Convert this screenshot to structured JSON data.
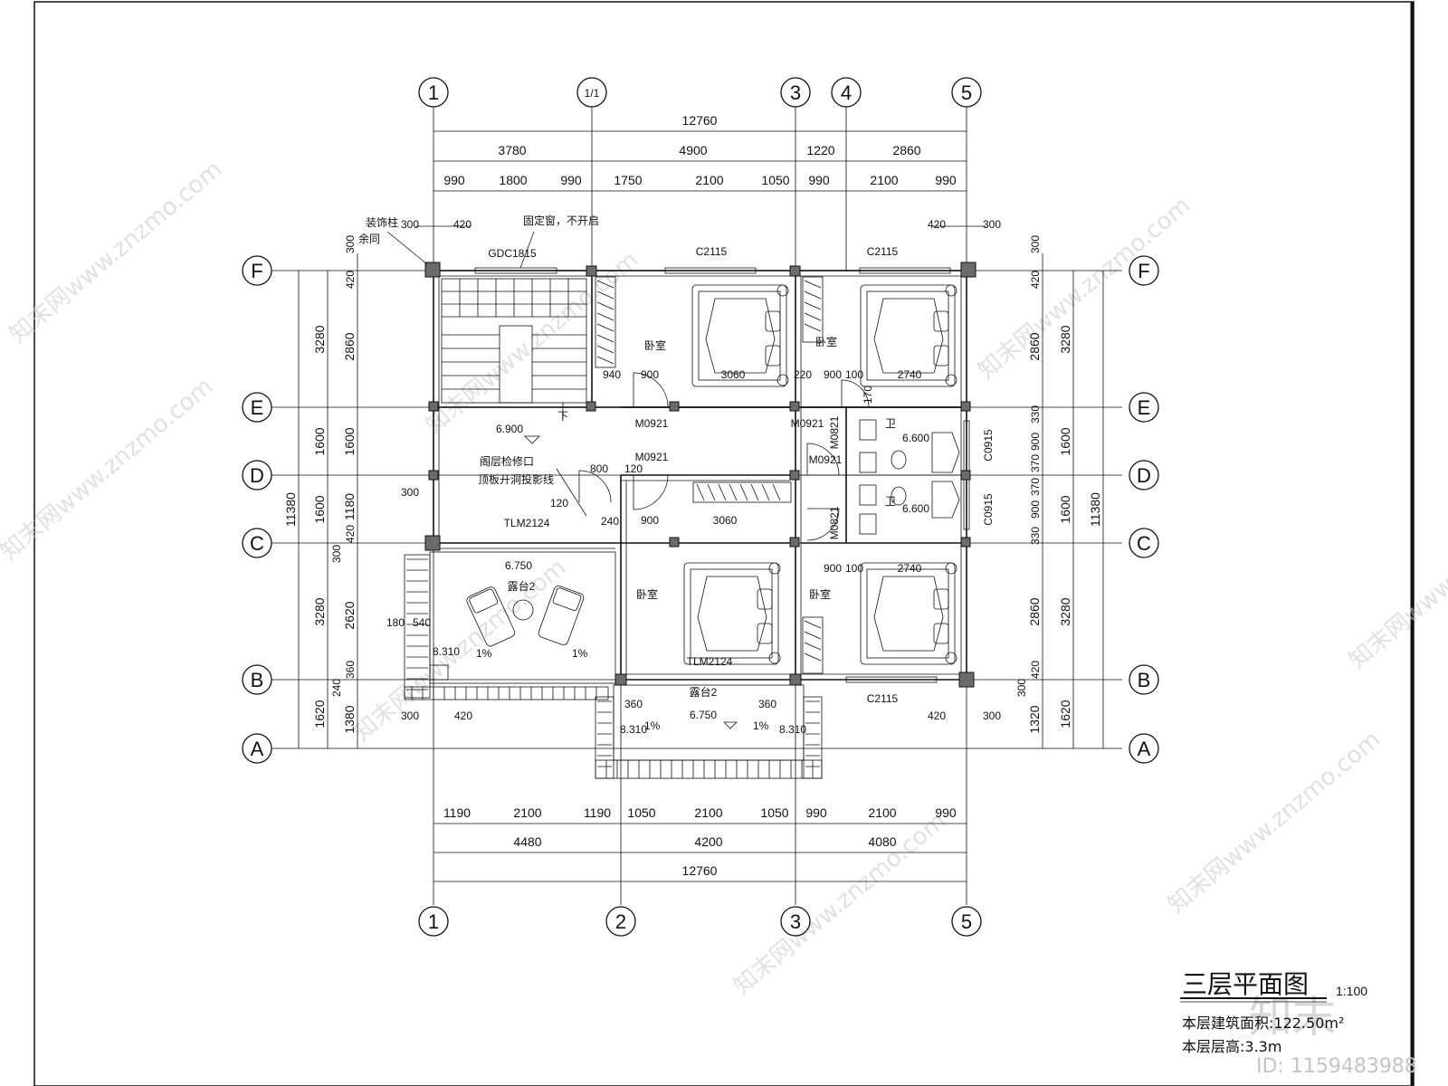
{
  "title": "三层平面图",
  "scale": "1:100",
  "notes": [
    "本层建筑面积:122.50m²",
    "本层层高:3.3m"
  ],
  "watermark": {
    "site": "知末网www.znzmo.com",
    "logo": "知末",
    "id": "ID: 1159483988"
  },
  "axes": {
    "top": [
      "1",
      "1/1",
      "3",
      "4",
      "5"
    ],
    "bottom": [
      "1",
      "2",
      "3",
      "5"
    ],
    "left": [
      "F",
      "E",
      "D",
      "C",
      "B",
      "A"
    ],
    "right": [
      "F",
      "E",
      "D",
      "C",
      "B",
      "A"
    ]
  },
  "dimensions": {
    "top_total": "12760",
    "top_row2": [
      "3780",
      "4900",
      "1220",
      "2860"
    ],
    "top_row3": [
      "990",
      "1800",
      "990",
      "1750",
      "2100",
      "1050",
      "990",
      "2100",
      "990"
    ],
    "top_corner": [
      "300",
      "420",
      "420",
      "300"
    ],
    "bottom_total": "12760",
    "bottom_row2": [
      "4480",
      "4200",
      "4080"
    ],
    "bottom_row1": [
      "1190",
      "2100",
      "1190",
      "1050",
      "2100",
      "1050",
      "990",
      "2100",
      "990"
    ],
    "left_total": "11380",
    "left_outer": [
      "3280",
      "1600",
      "1600",
      "3280",
      "1620"
    ],
    "left_inner": [
      "300",
      "420",
      "2860",
      "1600",
      "1180",
      "420",
      "300",
      "2620",
      "360",
      "240",
      "1380"
    ],
    "right_total": "11380",
    "right_outer": [
      "3280",
      "1600",
      "1600",
      "3280",
      "1620"
    ],
    "right_inner": [
      "300",
      "420",
      "2860",
      "330",
      "900",
      "370",
      "370",
      "900",
      "330",
      "2860",
      "420",
      "300",
      "1320"
    ]
  },
  "labels": {
    "decor_column": "装饰柱",
    "same": "余同",
    "fixed_window": "固定窗，不开启",
    "gdc": "GDC1815",
    "c2115": "C2115",
    "c0915": "C0915",
    "m0921": "M0921",
    "m0821": "M0821",
    "tlm": "TLM2124",
    "bedroom": "卧室",
    "bath": "卫",
    "terrace": "露台2",
    "hatch1": "阁层检修口",
    "hatch2": "顶板开洞投影线",
    "down": "下",
    "slope": "1%"
  },
  "elevations": {
    "stair": "6.900",
    "bath": "6.600",
    "terrace": "6.750",
    "roof": "8.310"
  },
  "inner_dims": [
    "900",
    "3060",
    "2740",
    "940",
    "220",
    "900",
    "100",
    "800",
    "120",
    "240",
    "170",
    "180",
    "540",
    "360",
    "120"
  ]
}
